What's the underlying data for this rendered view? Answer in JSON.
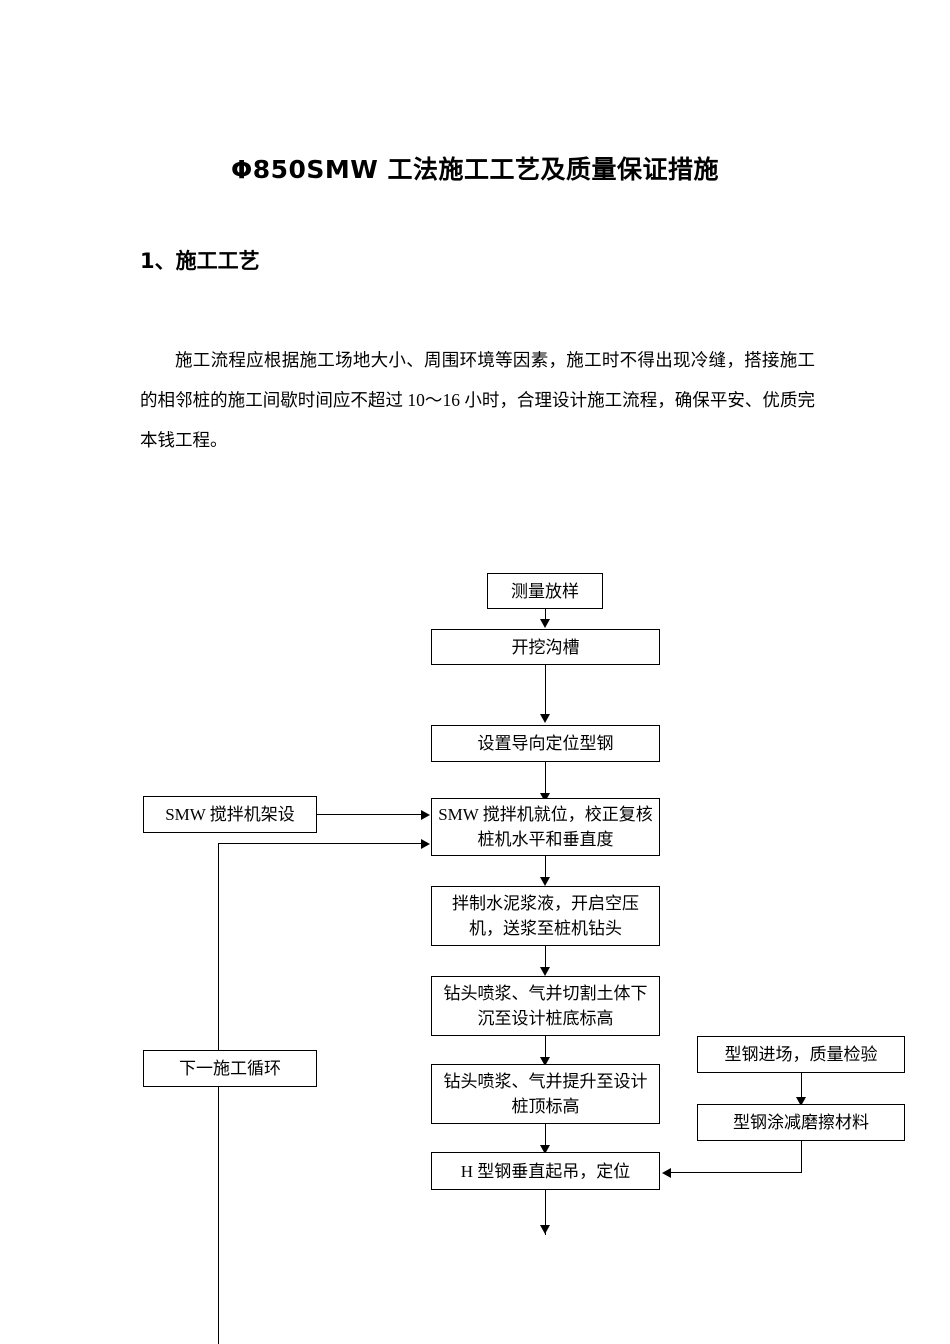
{
  "document": {
    "title": "Φ850SMW 工法施工工艺及质量保证措施",
    "heading1": "1、施工工艺",
    "paragraph": "施工流程应根据施工场地大小、周围环境等因素，施工时不得出现冷缝，搭接施工的相邻桩的施工间歇时间应不超过 10～16 小时，合理设计施工流程，确保平安、优质完本钱工程。"
  },
  "flowchart": {
    "nodes": [
      {
        "id": "n1",
        "label": "测量放样"
      },
      {
        "id": "n2",
        "label": "开挖沟槽"
      },
      {
        "id": "n3",
        "label": "设置导向定位型钢"
      },
      {
        "id": "n4",
        "label": "SMW 搅拌机架设"
      },
      {
        "id": "n5",
        "label": "SMW 搅拌机就位，校正复核桩机水平和垂直度"
      },
      {
        "id": "n6",
        "label": "拌制水泥浆液，开启空压机，送浆至桩机钻头"
      },
      {
        "id": "n7",
        "label": "钻头喷浆、气并切割土体下沉至设计桩底标高"
      },
      {
        "id": "n8",
        "label": "钻头喷浆、气并提升至设计桩顶标高"
      },
      {
        "id": "n9",
        "label": "下一施工循环"
      },
      {
        "id": "n10",
        "label": "型钢进场，质量检验"
      },
      {
        "id": "n11",
        "label": "型钢涂减磨擦材料"
      },
      {
        "id": "n12",
        "label": "H 型钢垂直起吊，定位"
      }
    ]
  }
}
